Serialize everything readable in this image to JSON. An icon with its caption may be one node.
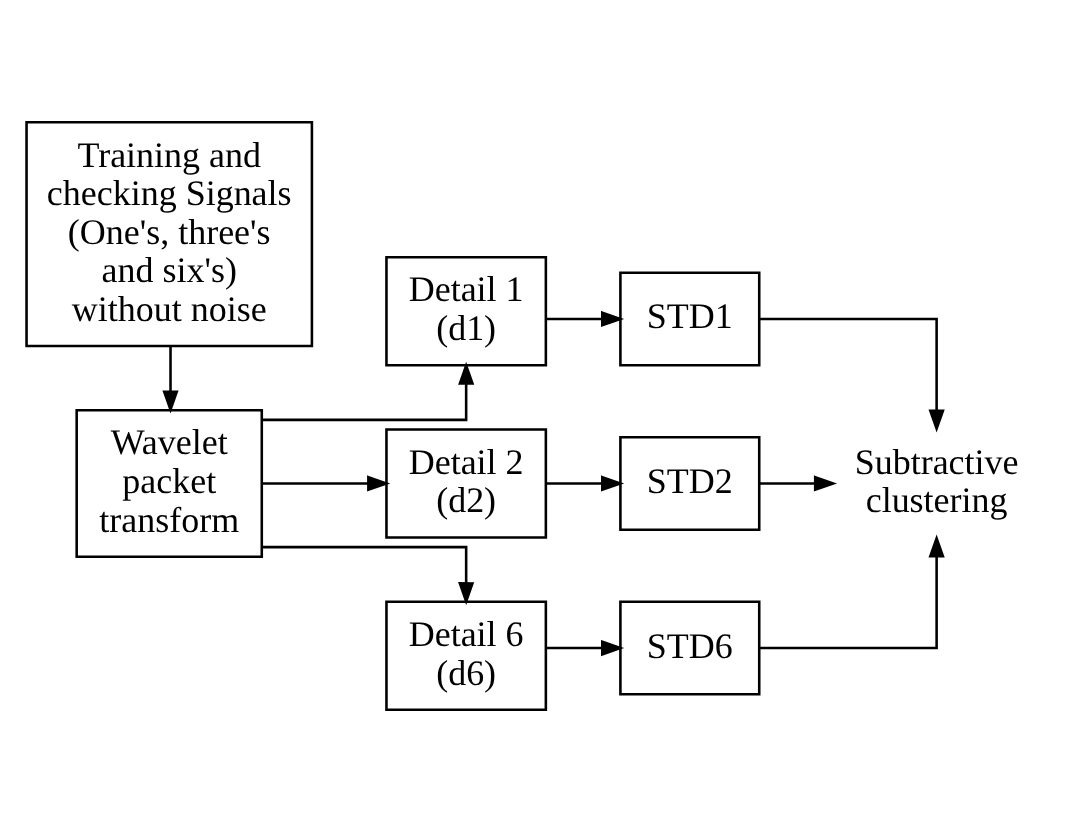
{
  "diagram": {
    "nodes": [
      {
        "text": [
          "Training and checking Signals (One's, three's and six's) without noise"
        ]
      },
      {
        "text": [
          "Wavelet packet transform"
        ]
      },
      {
        "text": [
          "Detail 1 (d1)"
        ]
      },
      {
        "text": [
          "Detail 2 (d2)"
        ]
      },
      {
        "text": [
          "Detail 6 (d6)"
        ]
      },
      {
        "text": [
          "STD1"
        ]
      },
      {
        "text": [
          "STD2"
        ]
      },
      {
        "text": [
          "STD6"
        ]
      },
      {
        "text": [
          "Subtractive clustering"
        ]
      }
    ],
    "edges": [
      {
        "from": 0,
        "to": 1,
        "arrow": "to"
      },
      {
        "from": 1,
        "to": 2,
        "arrow": "to"
      },
      {
        "from": 1,
        "to": 3,
        "arrow": "to"
      },
      {
        "from": 1,
        "to": 4,
        "arrow": "to"
      },
      {
        "from": 2,
        "to": 5,
        "arrow": "to"
      },
      {
        "from": 3,
        "to": 6,
        "arrow": "to"
      },
      {
        "from": 4,
        "to": 7,
        "arrow": "to"
      },
      {
        "from": 5,
        "to": 8,
        "arrow": "to"
      },
      {
        "from": 6,
        "to": 8,
        "arrow": "to"
      },
      {
        "from": 7,
        "to": 8,
        "arrow": "to"
      }
    ]
  }
}
